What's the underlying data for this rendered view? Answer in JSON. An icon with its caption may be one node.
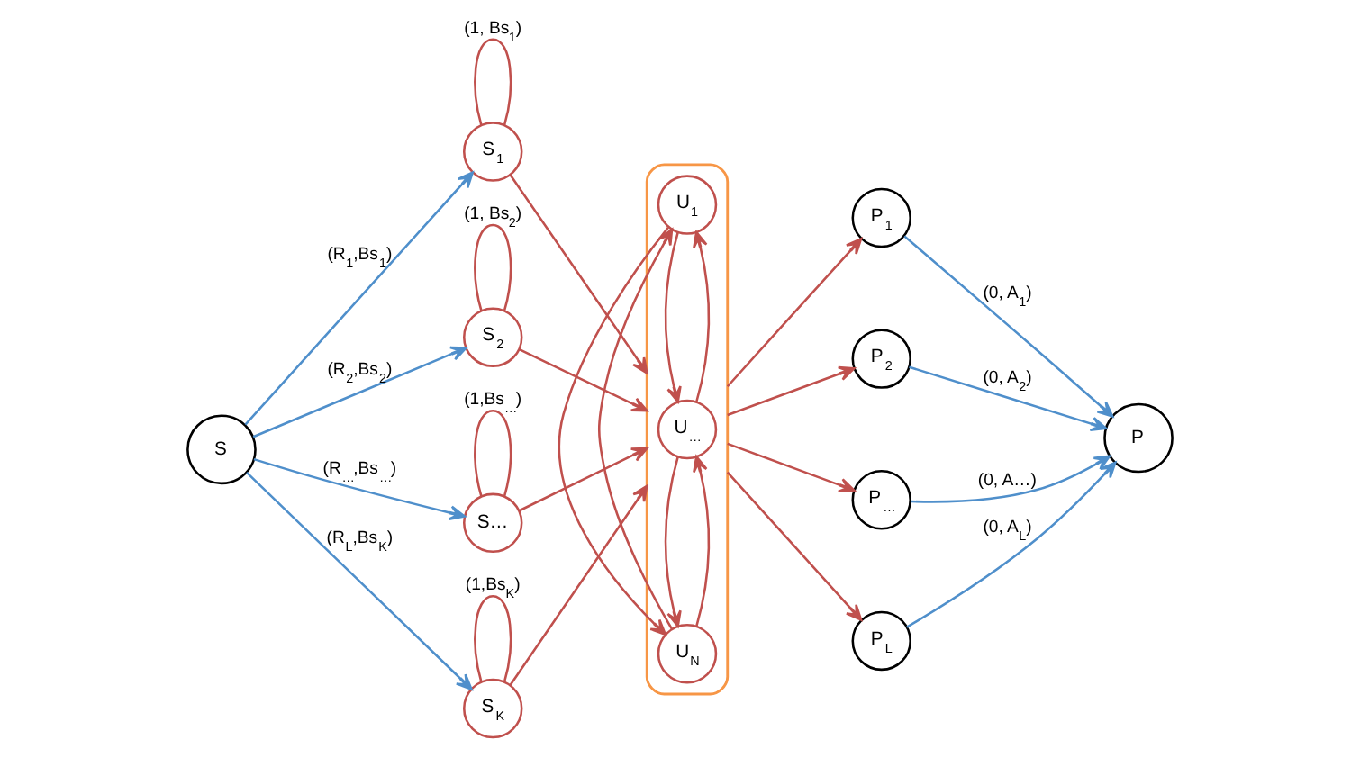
{
  "diagram": {
    "nodes": [
      {
        "text": [
          "S"
        ]
      },
      {
        "text": [
          "S$_{1}$"
        ]
      },
      {
        "text": [
          "S$_{2}$"
        ]
      },
      {
        "text": [
          "S…"
        ]
      },
      {
        "text": [
          "S$_{K}$"
        ]
      },
      {
        "text": [],
        "shape": "ellipse"
      },
      {
        "text": [
          "U$_{1}$"
        ],
        "in": 5
      },
      {
        "text": [
          "U$_{…}$"
        ],
        "in": 5
      },
      {
        "text": [
          "U$_{N}$"
        ],
        "in": 5
      },
      {
        "text": [
          "P$_{1}$"
        ]
      },
      {
        "text": [
          "P$_{2}$"
        ]
      },
      {
        "text": [
          "P$_{…}$"
        ]
      },
      {
        "text": [
          "P$_{L}$"
        ]
      },
      {
        "text": [
          "P"
        ]
      }
    ],
    "edges": [
      {
        "from": 0,
        "to": 1,
        "arrow": "to",
        "label": "(R$_{1}$,Bs$_{1}$)",
        "color": "#4f8fcb"
      },
      {
        "from": 0,
        "to": 2,
        "arrow": "to",
        "label": "(R$_{2}$,Bs$_{2}$)",
        "color": "#4f8fcb"
      },
      {
        "from": 0,
        "to": 3,
        "arrow": "to",
        "label": "(R$_{…}$,Bs$_{…}$)",
        "color": "#4f8fcb"
      },
      {
        "from": 0,
        "to": 4,
        "arrow": "to",
        "label": "(R$_{L}$,Bs$_{K}$)",
        "color": "#4f8fcb"
      },
      {
        "from": 1,
        "to": 1,
        "arrow": "none",
        "label": "(1, Bs$_{1}$)"
      },
      {
        "from": 2,
        "to": 2,
        "arrow": "none",
        "label": "(1, Bs$_{2}$)"
      },
      {
        "from": 3,
        "to": 3,
        "arrow": "none",
        "label": "(1,Bs$_{…}$)"
      },
      {
        "from": 4,
        "to": 4,
        "arrow": "none",
        "label": "(1,Bs$_{K}$)"
      },
      {
        "from": 1,
        "to": 5,
        "arrow": "to"
      },
      {
        "from": 2,
        "to": 5,
        "arrow": "to"
      },
      {
        "from": 3,
        "to": 5,
        "arrow": "to"
      },
      {
        "from": 4,
        "to": 5,
        "arrow": "to"
      },
      {
        "from": 7,
        "to": 6,
        "arrow": "to"
      },
      {
        "from": 6,
        "to": 7,
        "arrow": "to"
      },
      {
        "from": 8,
        "to": 7,
        "arrow": "to"
      },
      {
        "from": 7,
        "to": 8,
        "arrow": "to"
      },
      {
        "from": 8,
        "to": 6,
        "arrow": "to"
      },
      {
        "from": 6,
        "to": 8,
        "arrow": "to"
      },
      {
        "from": 5,
        "to": 9,
        "arrow": "to"
      },
      {
        "from": 5,
        "to": 10,
        "arrow": "to"
      },
      {
        "from": 5,
        "to": 11,
        "arrow": "to"
      },
      {
        "from": 5,
        "to": 12,
        "arrow": "to"
      },
      {
        "from": 9,
        "to": 13,
        "arrow": "to",
        "label": "(0, A$_{1}$)",
        "color": "#4f8fcb"
      },
      {
        "from": 10,
        "to": 13,
        "arrow": "to",
        "label": "(0, A$_{2}$)",
        "color": "#4f8fcb"
      },
      {
        "from": 11,
        "to": 13,
        "arrow": "to",
        "label": "(0, A…)",
        "color": "#4f8fcb"
      },
      {
        "from": 12,
        "to": 13,
        "arrow": "to",
        "label": "(0, A$_{L}$)",
        "color": "#4f8fcb"
      }
    ]
  }
}
